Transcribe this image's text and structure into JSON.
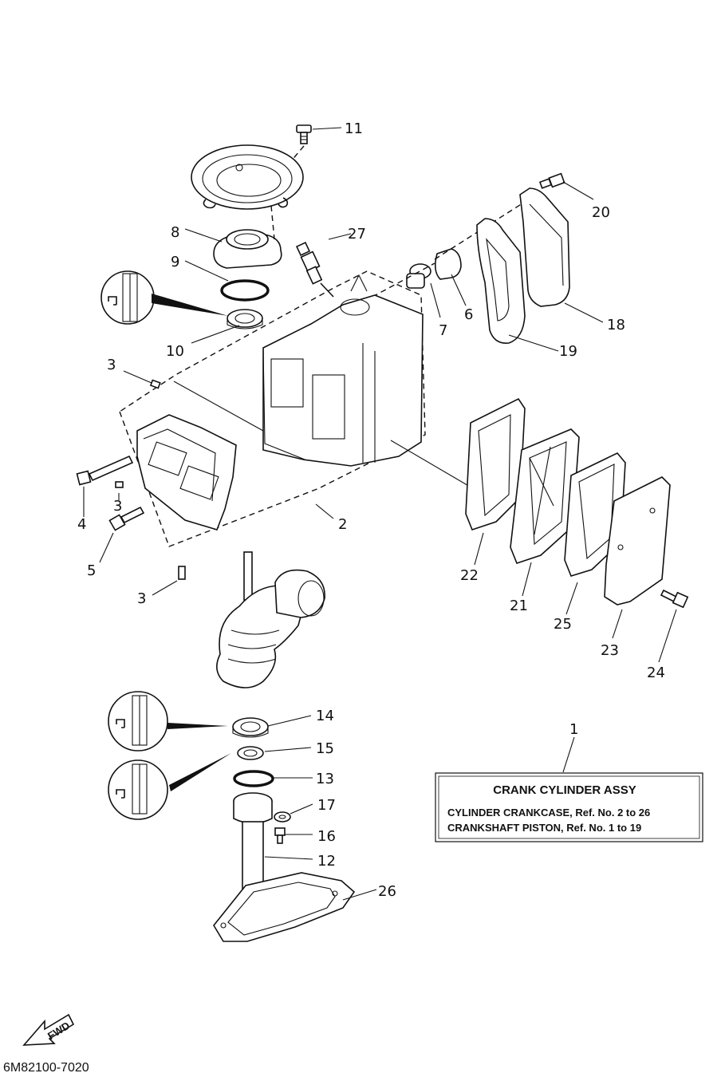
{
  "callouts": {
    "c1": "1",
    "c2": "2",
    "c3a": "3",
    "c3b": "3",
    "c3c": "3",
    "c4": "4",
    "c5": "5",
    "c6": "6",
    "c7": "7",
    "c8": "8",
    "c9": "9",
    "c10": "10",
    "c11": "11",
    "c12": "12",
    "c13": "13",
    "c14": "14",
    "c15": "15",
    "c16": "16",
    "c17": "17",
    "c18": "18",
    "c19": "19",
    "c20": "20",
    "c21": "21",
    "c22": "22",
    "c23": "23",
    "c24": "24",
    "c25": "25",
    "c26": "26",
    "c27": "27"
  },
  "assembly_box": {
    "title": "CRANK CYLINDER ASSY",
    "line1": "CYLINDER CRANKCASE,  Ref. No. 2 to 26",
    "line2": "CRANKSHAFT PISTON,  Ref. No. 1 to 19"
  },
  "fwd_label": "FWD",
  "drawing_code": "6M82100-7020"
}
